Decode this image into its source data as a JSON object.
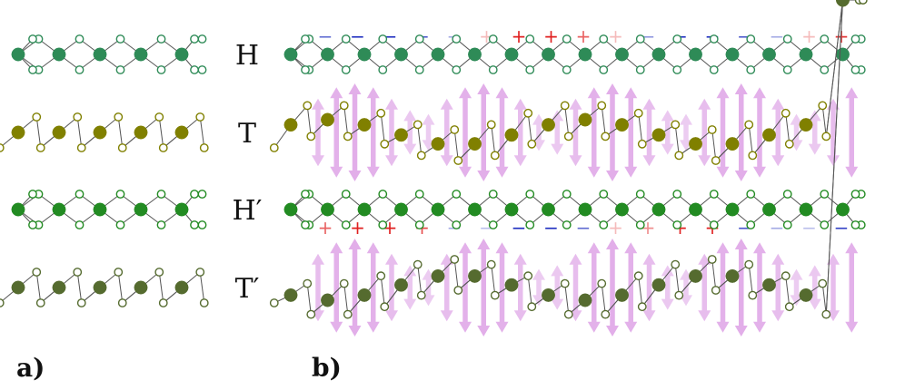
{
  "panels": {
    "a_label": "a)",
    "b_label": "b)"
  },
  "rows": [
    {
      "id": "H",
      "label": "H",
      "kind": "H",
      "metal_color": "#2e8b57",
      "chalcogen_color": "#2e8b57"
    },
    {
      "id": "T",
      "label": "T",
      "kind": "T",
      "metal_color": "#808000",
      "chalcogen_color": "#808000"
    },
    {
      "id": "Hp",
      "label": "H′",
      "kind": "H",
      "metal_color": "#228b22",
      "chalcogen_color": "#228b22"
    },
    {
      "id": "Tp",
      "label": "T′",
      "kind": "T",
      "metal_color": "#556b2f",
      "chalcogen_color": "#556b2f"
    }
  ],
  "charge_signs": {
    "H_above": [
      "−",
      "−",
      "−",
      "−",
      "−",
      "+",
      "+",
      "+",
      "+",
      "+",
      "−",
      "−",
      "−",
      "−",
      "−",
      "+",
      "+"
    ],
    "Hp_below": [
      "+",
      "+",
      "+",
      "+",
      "−",
      "−",
      "−",
      "−",
      "−",
      "+",
      "+",
      "+",
      "+",
      "−",
      "−",
      "−",
      "−"
    ]
  },
  "displacement": {
    "T": [
      -0.6,
      -0.9,
      -1.0,
      -0.9,
      -0.6,
      -0.3,
      0.2,
      0.6,
      0.9,
      1.0,
      0.9,
      0.6,
      0.2,
      -0.3,
      -0.6,
      -0.9,
      -1.0,
      -0.9,
      -0.6,
      -0.3,
      0.2,
      0.6,
      0.9,
      1.0,
      0.9,
      0.6,
      0.2,
      -0.3,
      -0.6,
      -0.9
    ],
    "Tp": [
      0.6,
      0.9,
      1.0,
      0.9,
      0.6,
      0.3,
      -0.2,
      -0.6,
      -0.9,
      -1.0,
      -0.9,
      -0.6,
      -0.2,
      0.3,
      0.6,
      0.9,
      1.0,
      0.9,
      0.6,
      0.3,
      -0.2,
      -0.6,
      -0.9,
      -1.0,
      -0.9,
      -0.6,
      -0.2,
      0.3,
      0.6,
      0.9
    ]
  },
  "colors": {
    "arrow": "#dda0e6",
    "plus": "#e02020",
    "minus": "#2030c0",
    "bond": "#555555"
  }
}
